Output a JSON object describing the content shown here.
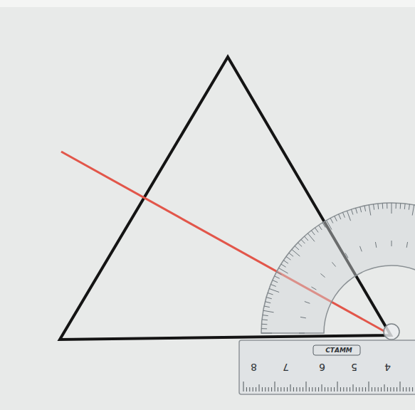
{
  "diagram": {
    "labels": [
      "8",
      "7",
      "6",
      "5",
      "4",
      "СТАММ"
    ]
  }
}
